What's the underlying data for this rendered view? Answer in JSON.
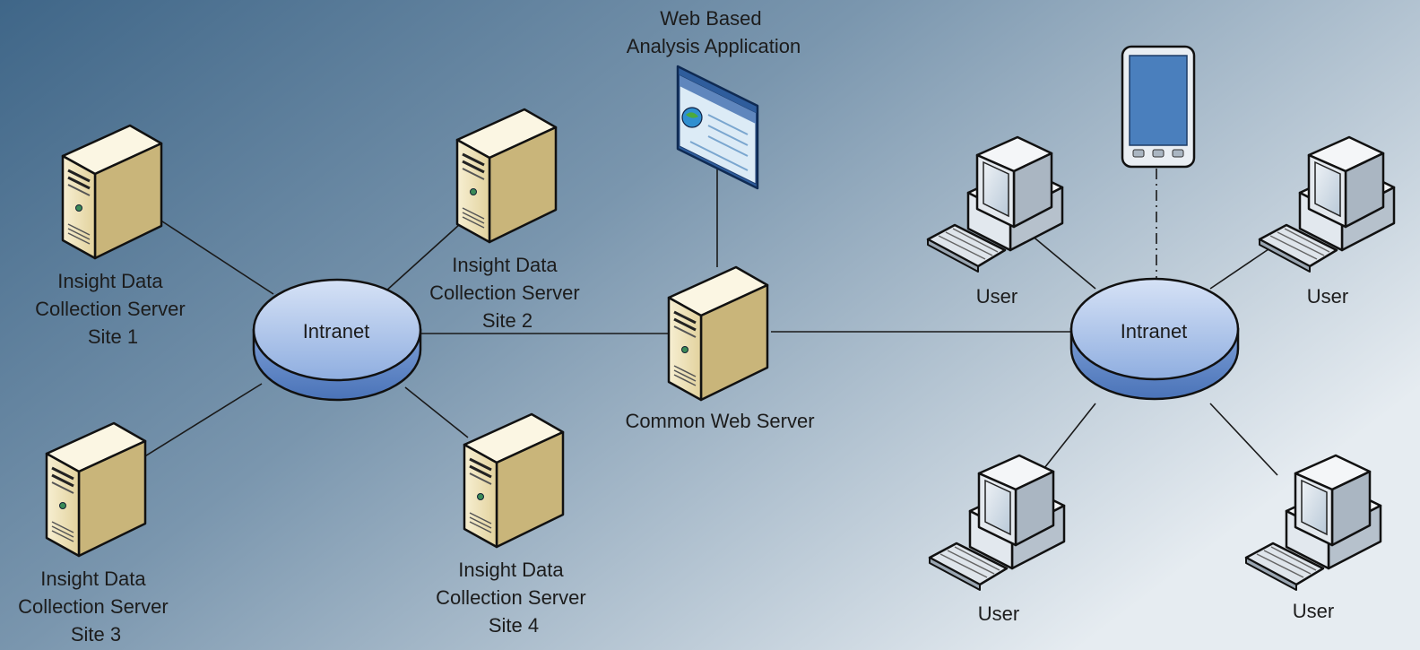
{
  "diagram": {
    "title_line1": "Web Based",
    "title_line2": "Analysis Application",
    "left_hub": "Intranet",
    "right_hub": "Intranet",
    "web_server": "Common Web Server",
    "server1": [
      "Insight Data",
      "Collection Server",
      "Site 1"
    ],
    "server2": [
      "Insight Data",
      "Collection Server",
      "Site 2"
    ],
    "server3": [
      "Insight Data",
      "Collection Server",
      "Site 3"
    ],
    "server4": [
      "Insight Data",
      "Collection Server",
      "Site 4"
    ],
    "user_label": "User",
    "icons": [
      "tower-server-icon",
      "browser-window-icon",
      "tablet-icon",
      "workstation-icon"
    ]
  }
}
